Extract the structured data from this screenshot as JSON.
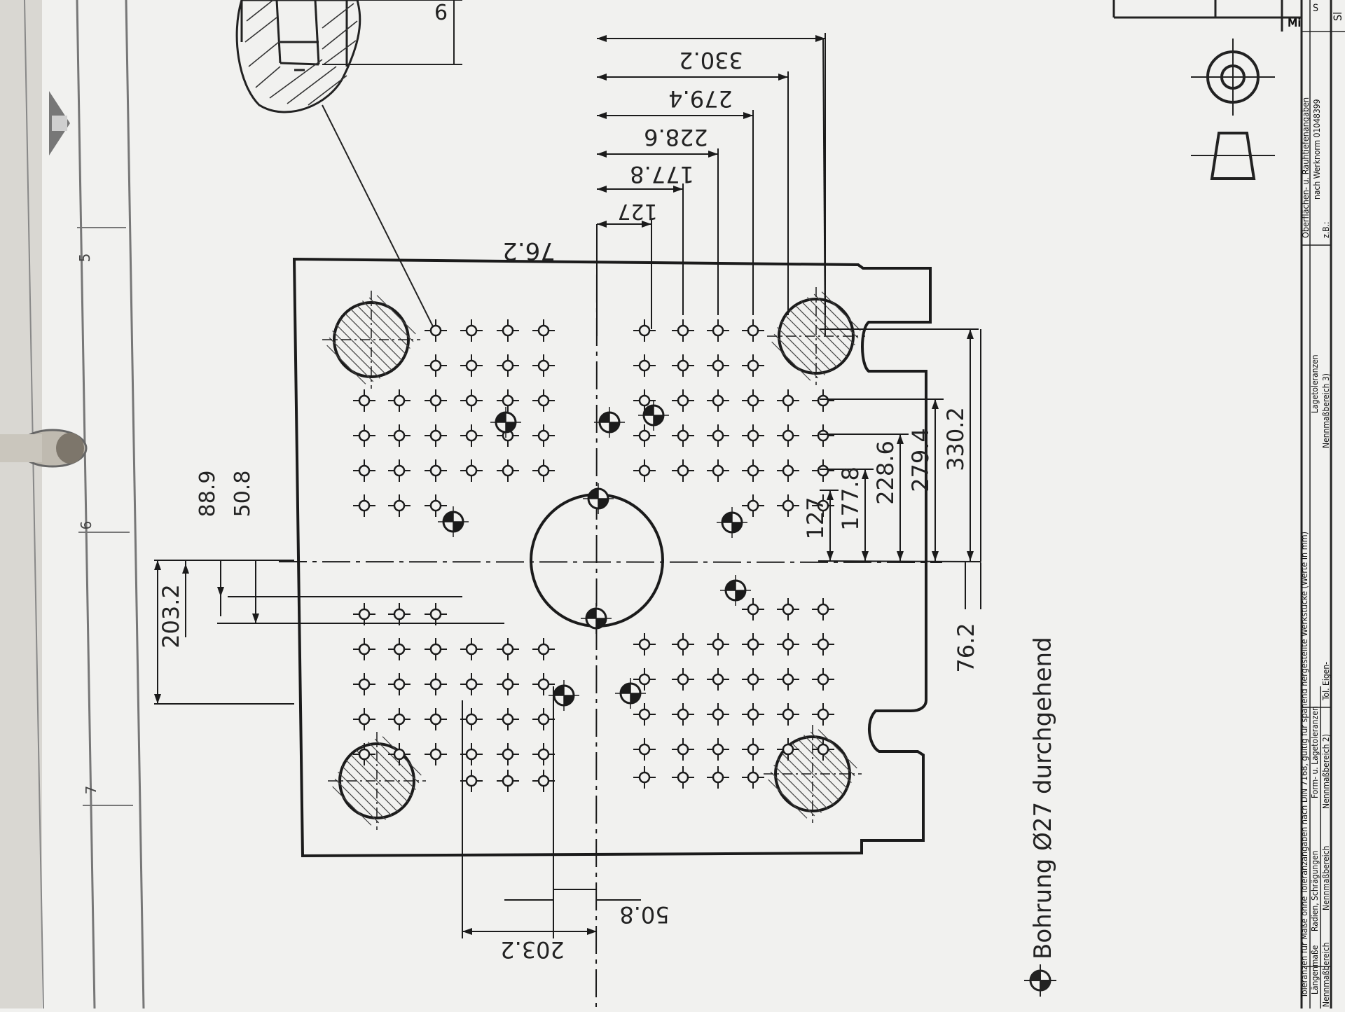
{
  "colors": {
    "paper": "#f1f1ef",
    "ink": "#1b1b1b",
    "frame": "#9a9a9a"
  },
  "frame_zones": [
    "5",
    "6",
    "7"
  ],
  "dimensions": {
    "top_v": [
      "76.2",
      "127",
      "177.8",
      "228.6",
      "279.4",
      "330.2"
    ],
    "right_h": [
      "127",
      "177.8",
      "228.6",
      "279.4",
      "330.2"
    ],
    "right_76": "76.2",
    "left_top": [
      "88.9",
      "50.8"
    ],
    "left_203": "203.2",
    "bottom_50": "50.8",
    "bottom_203": "203.2",
    "detail_cut": "6"
  },
  "note": "Bohrung Ø27 durchgehend",
  "title_block": {
    "row1": "Toleranzen für Maße ohne Toleranzangaben nach DIN 7168, gültig für spanend hergestellte Werkstücke (Werte in mm)",
    "row2a": "Längenmaße",
    "row2b": "Radien, Schrägungen",
    "row2c": "Form- u. Lagetoleranzen",
    "row2d": "Lagetoleranzen",
    "row3a": "Nennmaßbereich",
    "row3b": "Nennmaßbereich",
    "row3c": "Tol. Eigen-",
    "row3d": "Nennmaßbereich 3)",
    "row3e": "z.B.:",
    "row3f": "Nennmaßbereich 2)",
    "surface_a": "Oberflächen- u. Rauhtiefenangaben",
    "surface_b": "nach Werknorm 01048399",
    "corner_a": "Mi",
    "corner_b": "Sl",
    "corner_c": "S"
  }
}
